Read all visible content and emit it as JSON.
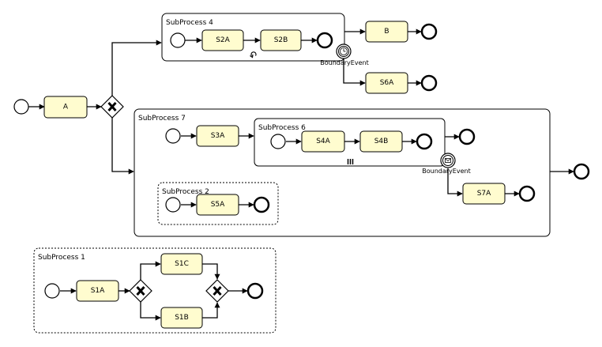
{
  "subprocesses": {
    "sp4": "SubProcess 4",
    "sp7": "SubProcess 7",
    "sp6": "SubProcess 6",
    "sp2": "SubProcess 2",
    "sp1": "SubProcess 1"
  },
  "tasks": {
    "a": "A",
    "s2a": "S2A",
    "s2b": "S2B",
    "b": "B",
    "s6a": "S6A",
    "s3a": "S3A",
    "s4a": "S4A",
    "s4b": "S4B",
    "s7a": "S7A",
    "s5a": "S5A",
    "s1a": "S1A",
    "s1c": "S1C",
    "s1b": "S1B"
  },
  "boundary_events": {
    "timer_label": "BoundaryEvent",
    "message_label": "BoundaryEvent"
  },
  "markers": {
    "loop": "loop-icon",
    "multi_instance": "parallel-multi-instance-icon"
  }
}
